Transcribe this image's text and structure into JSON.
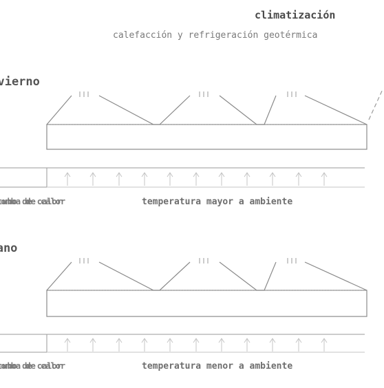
{
  "header": {
    "title": "climatización",
    "subtitle": "calefacción y refrigeración geotérmica"
  },
  "sections": [
    {
      "title": "invierno",
      "overlap_labels": [
        "bomba de calor",
        "tubo de calor"
      ],
      "caption": "temperatura mayor a ambiente"
    },
    {
      "title": "verano",
      "overlap_labels": [
        "bomba de calor",
        "tubo de calor"
      ],
      "caption": "temperatura menor a ambiente"
    }
  ]
}
